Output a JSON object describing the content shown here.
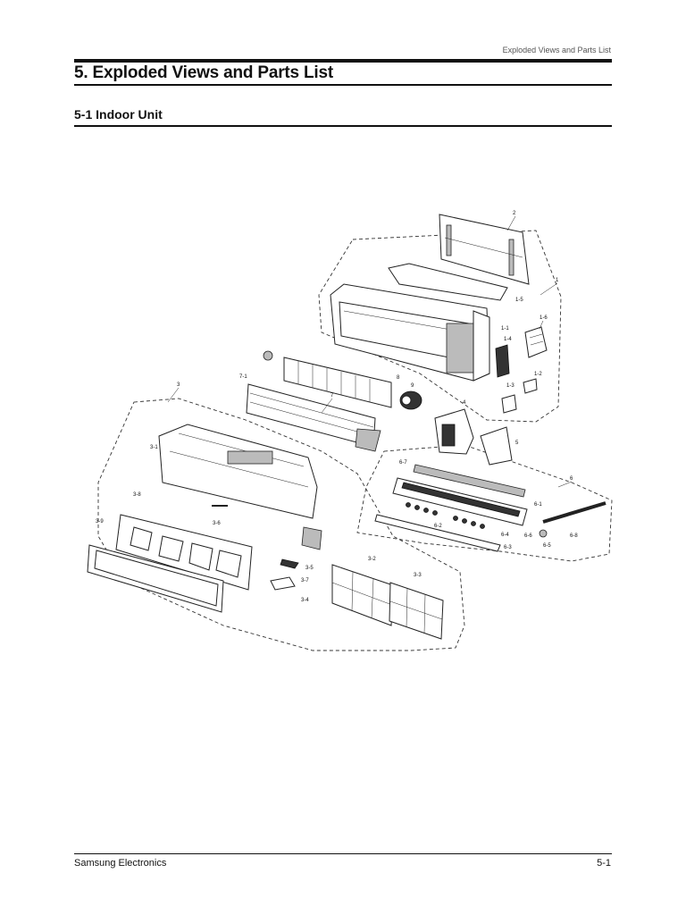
{
  "header": {
    "running_head": "Exploded Views and Parts List"
  },
  "chapter": {
    "title": "5. Exploded Views and Parts List"
  },
  "section": {
    "title": "5-1 Indoor Unit"
  },
  "diagram": {
    "callouts": [
      "1",
      "1-1",
      "1-2",
      "1-3",
      "1-4",
      "1-5",
      "1-6",
      "2",
      "3",
      "3-1",
      "3-2",
      "3-3",
      "3-4",
      "3-5",
      "3-6",
      "3-7",
      "3-8",
      "3-9",
      "4",
      "5",
      "6",
      "6-1",
      "6-2",
      "6-3",
      "6-4",
      "6-5",
      "6-6",
      "6-7",
      "6-8",
      "7",
      "7-1",
      "8",
      "9"
    ]
  },
  "footer": {
    "publisher": "Samsung Electronics",
    "page_number": "5-1"
  }
}
